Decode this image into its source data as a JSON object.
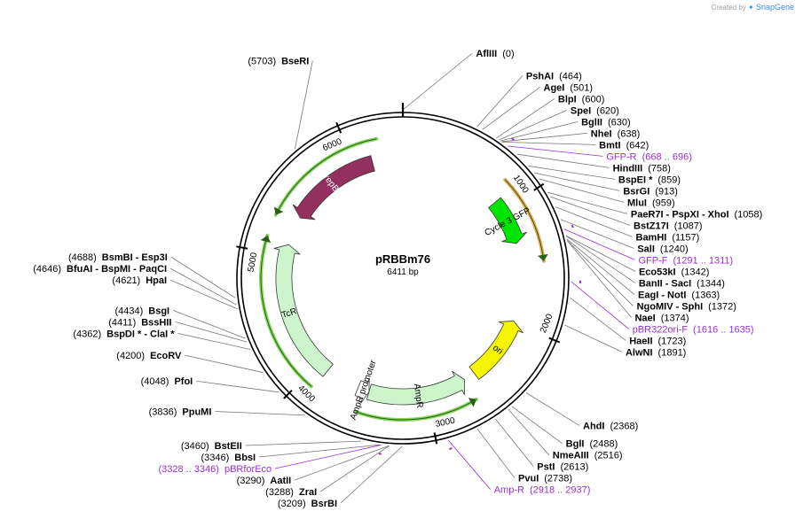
{
  "watermark": {
    "prefix": "Created by",
    "brand": "SnapGene"
  },
  "plasmid": {
    "name": "pRBBm76",
    "length_label": "6411 bp",
    "length": 6411
  },
  "ruler_ticks": [
    {
      "label": "1000",
      "pos": 1000
    },
    {
      "label": "2000",
      "pos": 2000
    },
    {
      "label": "3000",
      "pos": 3000
    },
    {
      "label": "4000",
      "pos": 4000
    },
    {
      "label": "5000",
      "pos": 5000
    },
    {
      "label": "6000",
      "pos": 6000
    }
  ],
  "features": [
    {
      "name": "Cycle 3 GFP",
      "start": 900,
      "end": 1300,
      "color": "#00e400",
      "label_color": "#000000",
      "strand": 1,
      "track": 1
    },
    {
      "name": "ori",
      "start": 1980,
      "end": 2550,
      "color": "#f5f500",
      "label_color": "#000000",
      "strand": -1,
      "track": 1
    },
    {
      "name": "AmpR",
      "start": 2650,
      "end": 3500,
      "color": "#ccf5cc",
      "label_color": "#000000",
      "strand": -1,
      "track": 1
    },
    {
      "name": "AmpR promoter",
      "start": 3500,
      "end": 3600,
      "color": "#ffffff",
      "label_color": "#000000",
      "strand": -1,
      "track": 1
    },
    {
      "name": "TcR",
      "start": 3900,
      "end": 5100,
      "color": "#ccf5cc",
      "label_color": "#000000",
      "strand": 1,
      "track": 1
    },
    {
      "name": "repB",
      "start": 5350,
      "end": 6150,
      "color": "#93305f",
      "label_color": "#ffffff",
      "strand": -1,
      "track": 1
    }
  ],
  "outer_arcs": [
    {
      "start": 820,
      "end": 1480,
      "color": "#e49a3a",
      "strand": 1
    },
    {
      "start": 2650,
      "end": 3550,
      "color": "#6fcf3f",
      "strand": -1
    },
    {
      "start": 3920,
      "end": 5120,
      "color": "#6fcf3f",
      "strand": 1
    },
    {
      "start": 5280,
      "end": 6220,
      "color": "#6fcf3f",
      "strand": -1
    }
  ],
  "enzymes": [
    {
      "name": "AflIII",
      "pos": "(0)",
      "bp": 0
    },
    {
      "name": "PshAI",
      "pos": "(464)",
      "bp": 464
    },
    {
      "name": "AgeI",
      "pos": "(501)",
      "bp": 501
    },
    {
      "name": "BlpI",
      "pos": "(600)",
      "bp": 600
    },
    {
      "name": "SpeI",
      "pos": "(620)",
      "bp": 620
    },
    {
      "name": "BglII",
      "pos": "(630)",
      "bp": 630
    },
    {
      "name": "NheI",
      "pos": "(638)",
      "bp": 638
    },
    {
      "name": "BmtI",
      "pos": "(642)",
      "bp": 642
    },
    {
      "name": "HindIII",
      "pos": "(758)",
      "bp": 758
    },
    {
      "name": "BspEI *",
      "pos": "(859)",
      "bp": 859
    },
    {
      "name": "BsrGI",
      "pos": "(913)",
      "bp": 913
    },
    {
      "name": "MluI",
      "pos": "(959)",
      "bp": 959
    },
    {
      "name": "PaeR7I  - PspXI  - XhoI",
      "pos": "(1058)",
      "bp": 1058
    },
    {
      "name": "BstZ17I",
      "pos": "(1087)",
      "bp": 1087
    },
    {
      "name": "BamHI",
      "pos": "(1157)",
      "bp": 1157
    },
    {
      "name": "SalI",
      "pos": "(1240)",
      "bp": 1240
    },
    {
      "name": "Eco53kI",
      "pos": "(1342)",
      "bp": 1342
    },
    {
      "name": "BanII  - SacI",
      "pos": "(1344)",
      "bp": 1344
    },
    {
      "name": "EagI  - NotI",
      "pos": "(1363)",
      "bp": 1363
    },
    {
      "name": "NgoMIV  - SphI",
      "pos": "(1372)",
      "bp": 1372
    },
    {
      "name": "NaeI",
      "pos": "(1374)",
      "bp": 1374
    },
    {
      "name": "HaeII",
      "pos": "(1723)",
      "bp": 1723
    },
    {
      "name": "AlwNI",
      "pos": "(1891)",
      "bp": 1891
    },
    {
      "name": "AhdI",
      "pos": "(2368)",
      "bp": 2368
    },
    {
      "name": "BglI",
      "pos": "(2488)",
      "bp": 2488
    },
    {
      "name": "NmeAIII",
      "pos": "(2516)",
      "bp": 2516
    },
    {
      "name": "PstI",
      "pos": "(2613)",
      "bp": 2613
    },
    {
      "name": "PvuI",
      "pos": "(2738)",
      "bp": 2738
    },
    {
      "name": "BsrBI",
      "pos": "(3209)",
      "bp": 3209
    },
    {
      "name": "ZraI",
      "pos": "(3288)",
      "bp": 3288
    },
    {
      "name": "AatII",
      "pos": "(3290)",
      "bp": 3290
    },
    {
      "name": "BbsI",
      "pos": "(3346)",
      "bp": 3346
    },
    {
      "name": "BstEII",
      "pos": "(3460)",
      "bp": 3460
    },
    {
      "name": "PpuMI",
      "pos": "(3836)",
      "bp": 3836
    },
    {
      "name": "PfoI",
      "pos": "(4048)",
      "bp": 4048
    },
    {
      "name": "EcoRV",
      "pos": "(4200)",
      "bp": 4200
    },
    {
      "name": "BspDI *  - ClaI *",
      "pos": "(4362)",
      "bp": 4362
    },
    {
      "name": "BssHII",
      "pos": "(4411)",
      "bp": 4411
    },
    {
      "name": "BsgI",
      "pos": "(4434)",
      "bp": 4434
    },
    {
      "name": "HpaI",
      "pos": "(4621)",
      "bp": 4621
    },
    {
      "name": "BfuAI  - BspMI  - PaqCI",
      "pos": "(4646)",
      "bp": 4646
    },
    {
      "name": "BsmBI  - Esp3I",
      "pos": "(4688)",
      "bp": 4688
    },
    {
      "name": "BseRI",
      "pos": "(5703)",
      "bp": 5703
    }
  ],
  "primers": [
    {
      "name": "GFP-R",
      "range": "(668 .. 696)",
      "bp": 682,
      "color": "#9a2fd0"
    },
    {
      "name": "GFP-F",
      "range": "(1291 .. 1311)",
      "bp": 1301,
      "color": "#9a2fd0"
    },
    {
      "name": "pBR322ori-F",
      "range": "(1616 .. 1635)",
      "bp": 1625,
      "color": "#9a2fd0"
    },
    {
      "name": "Amp-R",
      "range": "(2918 .. 2937)",
      "bp": 2927,
      "color": "#9a2fd0"
    },
    {
      "name": "pBRforEco",
      "range": "(3328 .. 3346)",
      "bp": 3337,
      "color": "#9a2fd0"
    }
  ]
}
